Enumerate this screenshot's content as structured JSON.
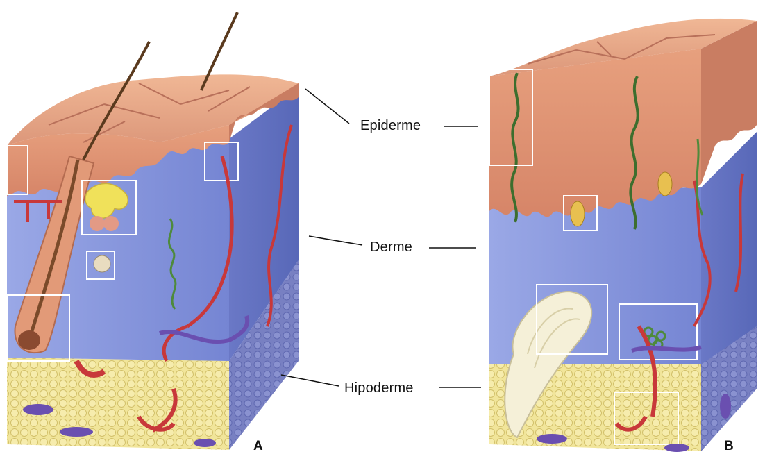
{
  "labels": {
    "epidermis": "Epiderme",
    "dermis": "Derme",
    "hypodermis": "Hipoderme"
  },
  "panels": {
    "a": "A",
    "b": "B"
  },
  "colors": {
    "epidermis_top": "#e8a886",
    "epidermis_side": "#d98f72",
    "dermis": "#8f9fe0",
    "dermis_dark": "#6f7fcf",
    "hypodermis": "#efe08a",
    "fat_cell_edge": "#c9b85a",
    "artery": "#c8383a",
    "vein": "#6a4fb0",
    "nerve": "#4e8a3c",
    "hair": "#5a3a1e"
  }
}
